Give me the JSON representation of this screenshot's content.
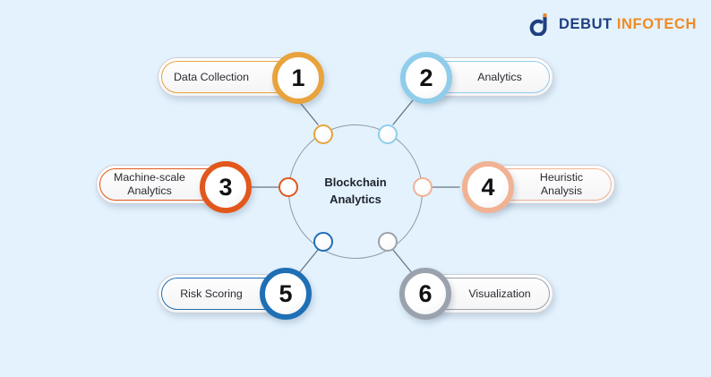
{
  "background_color": "#e3f2fd",
  "logo": {
    "mark_name": "debut-infotech-logo-mark",
    "primary_word": "DEBUT",
    "secondary_word": "INFOTECH",
    "primary_color": "#1f3f80",
    "secondary_color": "#f08a24"
  },
  "hub": {
    "title_line1": "Blockchain",
    "title_line2": "Analytics"
  },
  "nodes": [
    {
      "number": "1",
      "label": "Data Collection",
      "accent": "#e8a33d",
      "side": "left",
      "name": "data-collection"
    },
    {
      "number": "2",
      "label": "Analytics",
      "accent": "#8fcdea",
      "side": "right",
      "name": "analytics"
    },
    {
      "number": "3",
      "label": "Machine-scale\nAnalytics",
      "accent": "#e2571b",
      "side": "left",
      "name": "machine-scale-analytics"
    },
    {
      "number": "4",
      "label": "Heuristic\nAnalysis",
      "accent": "#f1b293",
      "side": "right",
      "name": "heuristic-analysis"
    },
    {
      "number": "5",
      "label": "Risk Scoring",
      "accent": "#1f6fb5",
      "side": "left",
      "name": "risk-scoring"
    },
    {
      "number": "6",
      "label": "Visualization",
      "accent": "#9aa3ad",
      "side": "right",
      "name": "visualization"
    }
  ]
}
